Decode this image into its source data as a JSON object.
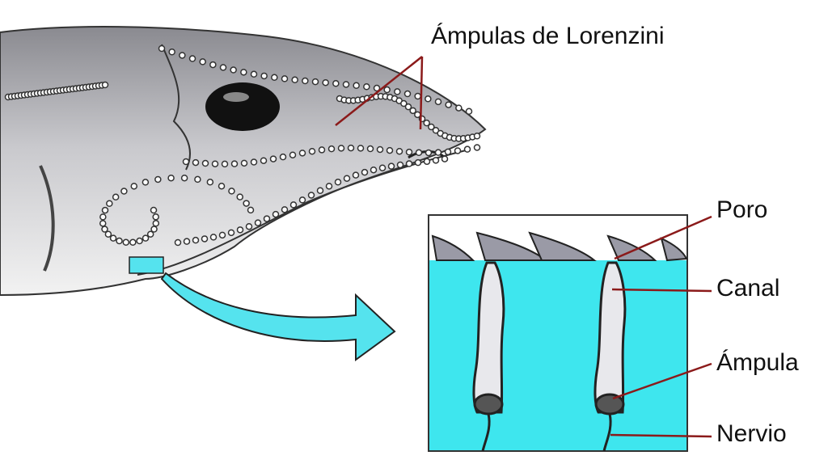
{
  "title_label": "Ámpulas de Lorenzini",
  "labels": {
    "pore": "Poro",
    "canal": "Canal",
    "ampulla": "Ámpula",
    "nerve": "Nervio"
  },
  "colors": {
    "inset_fill": "#3ee6ee",
    "pointer_line": "#8b1a1a",
    "arrow_fill": "#55e3ee"
  }
}
